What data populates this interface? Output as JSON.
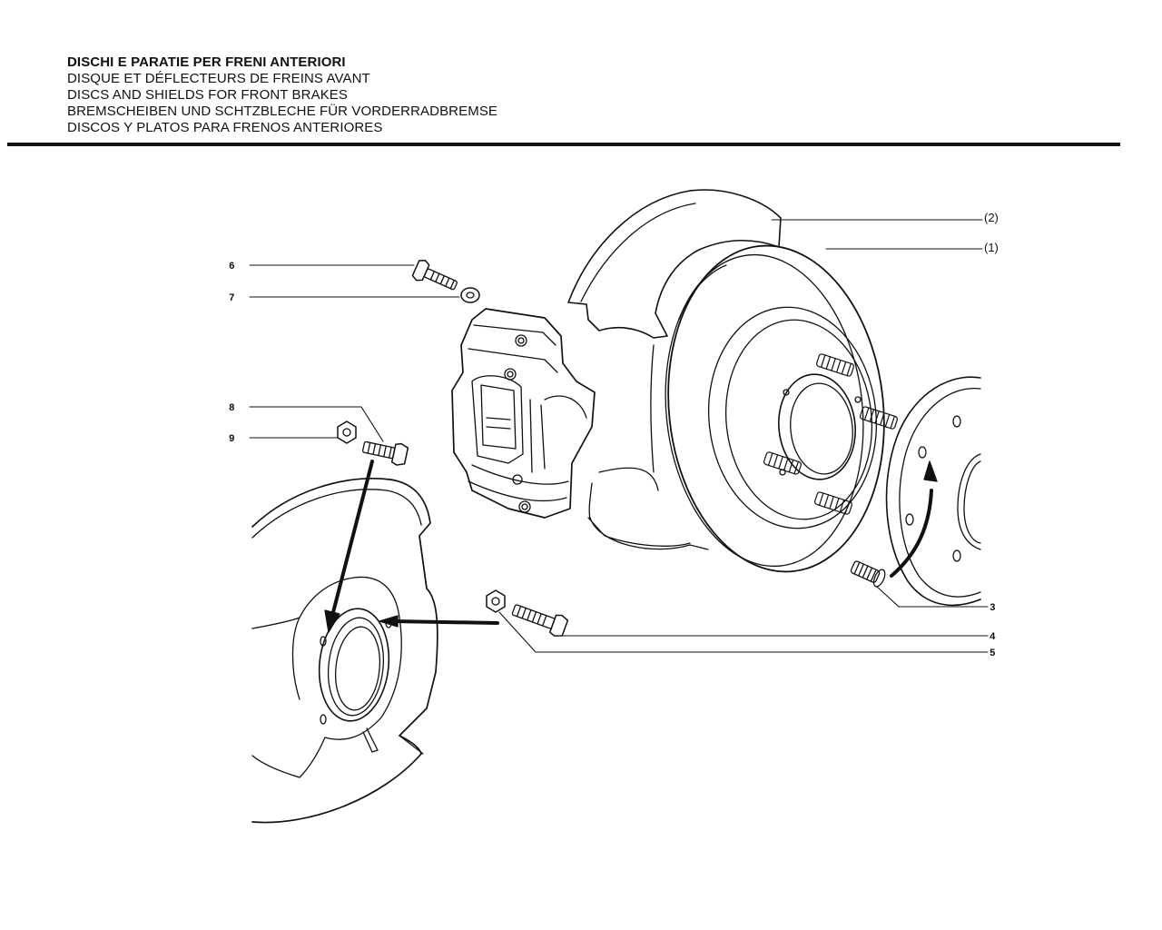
{
  "header": {
    "title_it": "DISCHI E PARATIE PER FRENI ANTERIORI",
    "title_fr": "DISQUE ET DÉFLECTEURS DE FREINS AVANT",
    "title_en": "DISCS AND SHIELDS FOR FRONT BRAKES",
    "title_de": "BREMSCHEIBEN UND SCHTZBLECHE FÜR VORDERRADBREMSE",
    "title_es": "DISCOS Y PLATOS PARA FRENOS ANTERIORES"
  },
  "callouts": {
    "c1": "(1)",
    "c2": "(2)",
    "c3": "3",
    "c4": "4",
    "c5": "5",
    "c6": "6",
    "c7": "7",
    "c8": "8",
    "c9": "9"
  },
  "colors": {
    "ink": "#111111",
    "paper": "#ffffff"
  }
}
